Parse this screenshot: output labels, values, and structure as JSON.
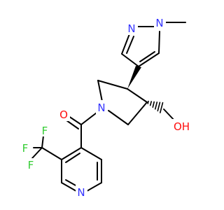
{
  "molecule": {
    "atoms": {
      "pyrazole_n_methylated": {
        "symbol": "N",
        "color": "#3333ff"
      },
      "pyrazole_n2": {
        "symbol": "N",
        "color": "#3333ff"
      },
      "pyrrolidine_n": {
        "symbol": "N",
        "color": "#3333ff"
      },
      "pyridine_n": {
        "symbol": "N",
        "color": "#3333ff"
      },
      "carbonyl_o": {
        "symbol": "O",
        "color": "#ff0d0d"
      },
      "hydroxyl": {
        "symbol": "OH",
        "color": "#ff0d0d"
      },
      "fluorine_top": {
        "symbol": "F",
        "color": "#33cc33"
      },
      "fluorine_left": {
        "symbol": "F",
        "color": "#33cc33"
      },
      "fluorine_bottom": {
        "symbol": "F",
        "color": "#33cc33"
      }
    },
    "bond_color": "#000000"
  }
}
